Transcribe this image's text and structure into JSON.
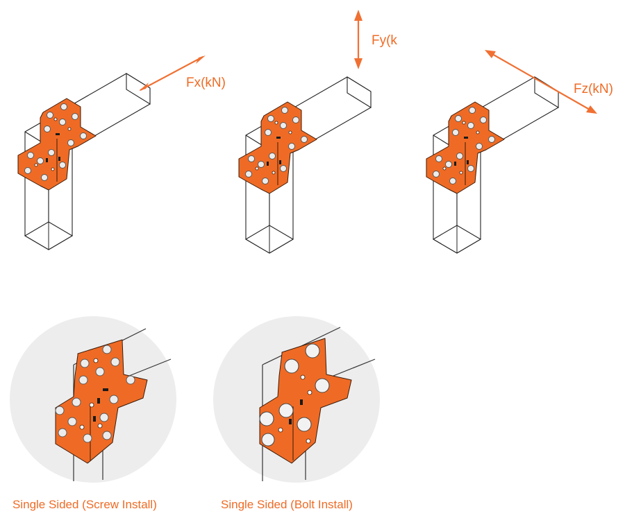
{
  "labels": {
    "fx": "Fx(kN)",
    "fy": "Fy(k",
    "fz": "Fz(kN)"
  },
  "captions": {
    "screw": "Single Sided (Screw Install)",
    "bolt": "Single Sided (Bolt Install)"
  },
  "colors": {
    "plate": "#ef6b25",
    "arrow": "#f07032",
    "text": "#ef6b25",
    "detail_bg": "#ededed"
  }
}
